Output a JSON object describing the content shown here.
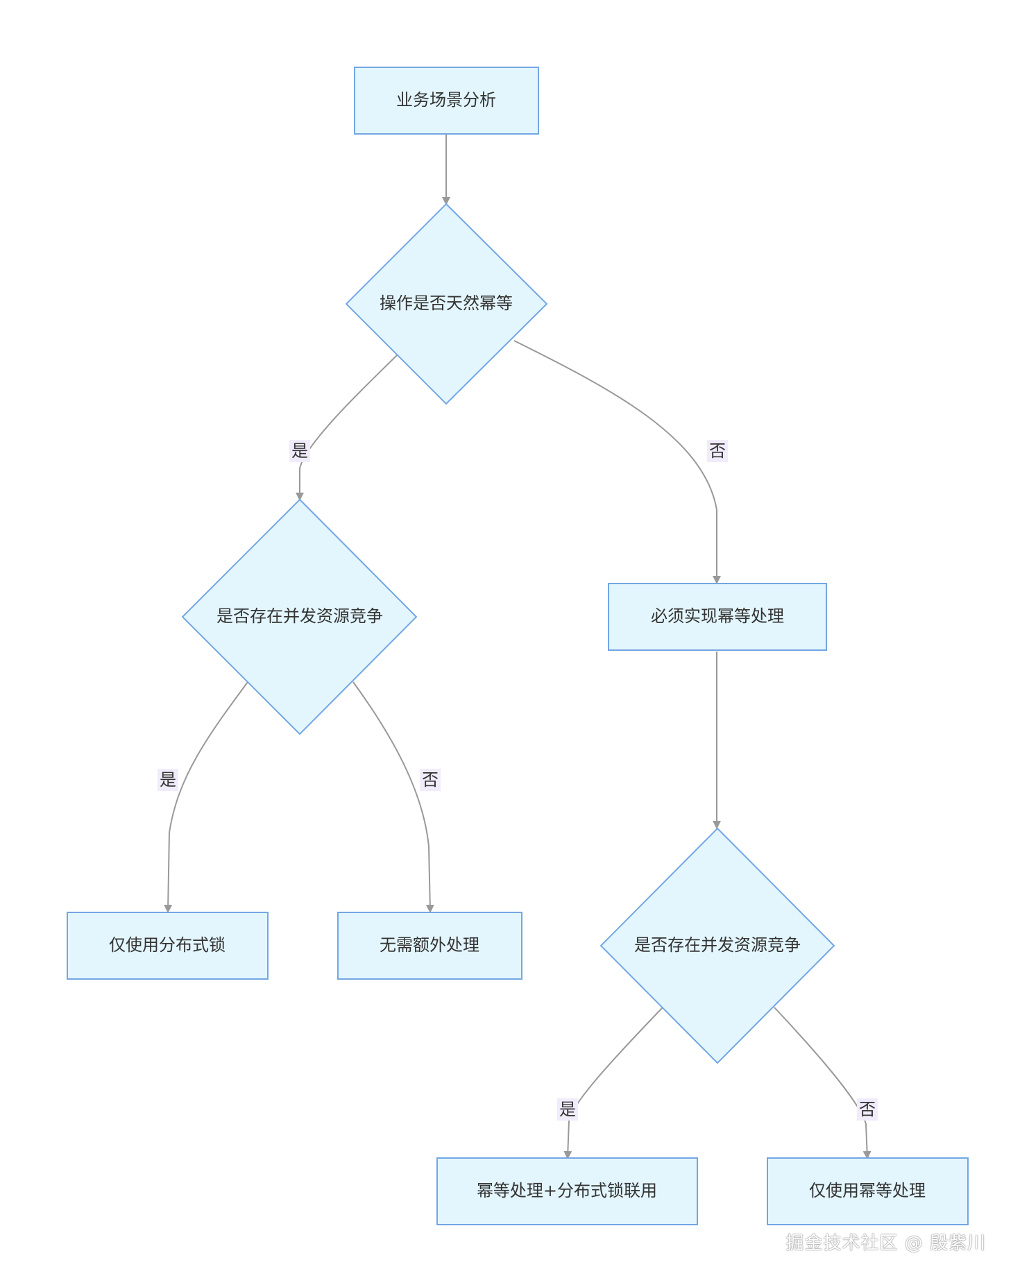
{
  "nodes": {
    "n1": "业务场景分析",
    "n2": "操作是否天然幂等",
    "n3": "是否存在并发资源竞争",
    "n4": "必须实现幂等处理",
    "n5": "仅使用分布式锁",
    "n6": "无需额外处理",
    "n7": "是否存在并发资源竞争",
    "n8": "幂等处理+分布式锁联用",
    "n9": "仅使用幂等处理"
  },
  "edge_labels": {
    "e2_3": "是",
    "e2_4": "否",
    "e3_5": "是",
    "e3_6": "否",
    "e7_8": "是",
    "e7_9": "否"
  },
  "watermark": "掘金技术社区 @ 殷紫川",
  "colors": {
    "node_fill": "#e3f6fd",
    "node_stroke": "#73a6e3",
    "edge": "#999999",
    "label_bg": "#f1ecfb"
  }
}
